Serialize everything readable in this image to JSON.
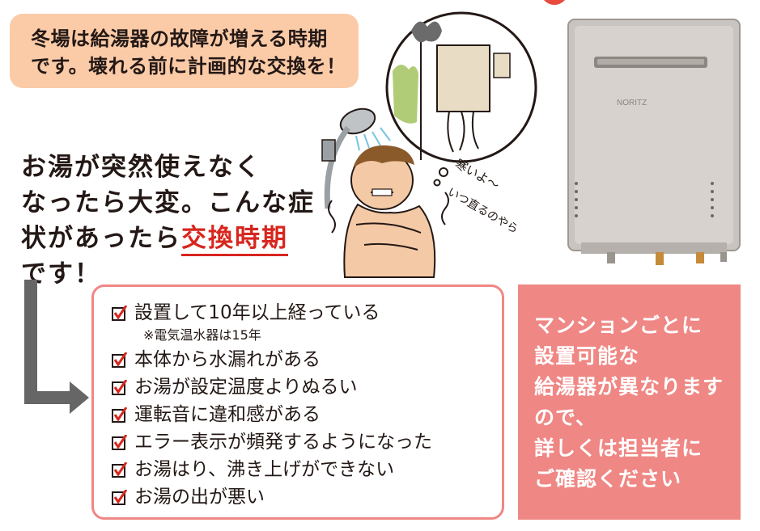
{
  "notice": {
    "line1": "冬場は給湯器の故障が増える時期",
    "line2": "です。壊れる前に計画的な交換を！"
  },
  "headline": {
    "line1": "お湯が突然使えなく",
    "line2": "なったら大変。こんな症",
    "line3_prefix": "状があったら",
    "line3_highlight": "交換時期",
    "line4": "です！"
  },
  "checklist": {
    "items": [
      "設置して10年以上経っている",
      "本体から水漏れがある",
      "お湯が設定温度よりぬるい",
      "運転音に違和感がある",
      "エラー表示が頻発するようになった",
      "お湯はり、沸き上げができない",
      "お湯の出が悪い"
    ],
    "note": "※電気温水器は15年"
  },
  "info_box": {
    "lines": [
      "マンションごとに",
      "設置可能な",
      "給湯器が異なります",
      "ので、",
      "詳しくは担当者に",
      "ご確認ください"
    ]
  },
  "illustration": {
    "speech_line1": "寒いよ〜",
    "speech_line2": "いつ直るのやら",
    "heater_brand": "NORITZ"
  },
  "colors": {
    "peach": "#fbcba8",
    "pink": "#ef8784",
    "red": "#d7261e",
    "arrow_gray": "#666666"
  },
  "icons": [
    "checkbox-icon",
    "elbow-arrow-icon",
    "shower-icon",
    "water-heater-icon"
  ]
}
